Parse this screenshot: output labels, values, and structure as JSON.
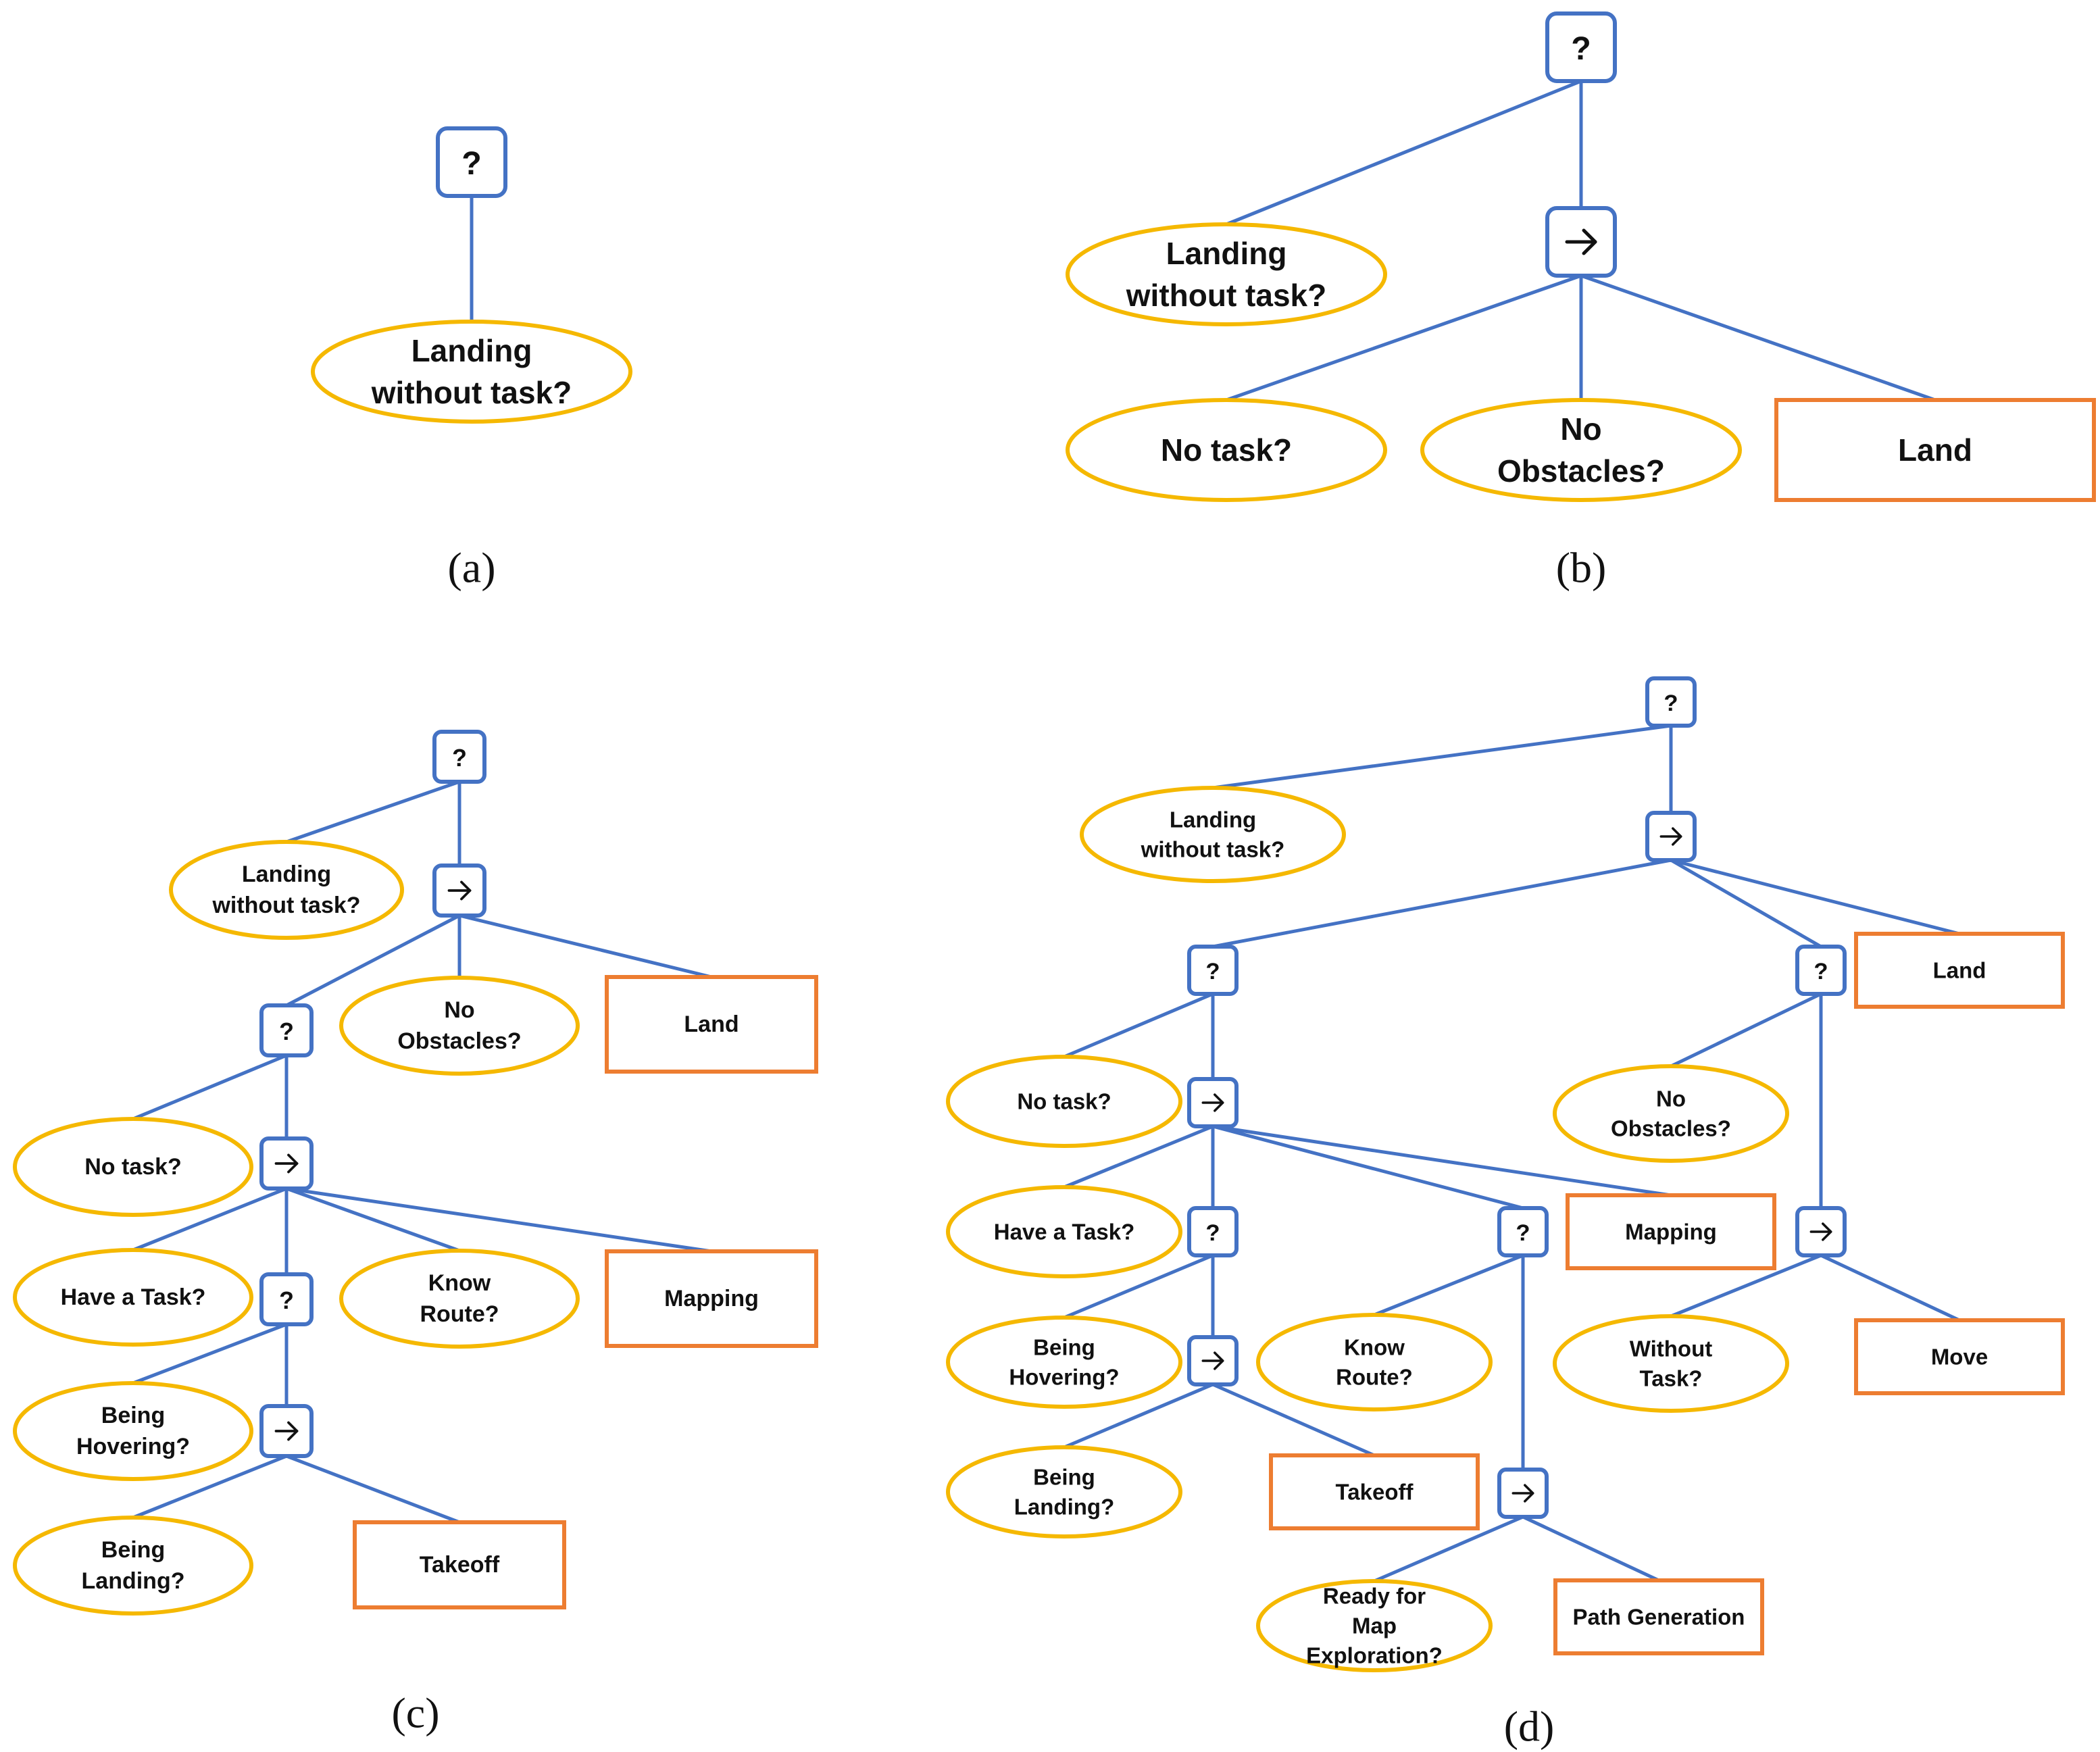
{
  "colors": {
    "edge": "#4472C4",
    "control_border": "#4472C4",
    "condition_border": "#F5B800",
    "action_border": "#ED7D31",
    "text": "#111111"
  },
  "icons": {
    "fallback": "question-mark-icon",
    "sequence": "right-arrow-icon"
  },
  "panels": [
    {
      "id": "a",
      "caption": "(a)",
      "nodes": [
        {
          "id": "a1",
          "type": "fallback",
          "label": "?"
        },
        {
          "id": "a2",
          "type": "condition",
          "label": "Landing\nwithout task?"
        }
      ],
      "edges": [
        [
          "a1",
          "a2"
        ]
      ]
    },
    {
      "id": "b",
      "caption": "(b)",
      "nodes": [
        {
          "id": "b1",
          "type": "fallback",
          "label": "?"
        },
        {
          "id": "b2",
          "type": "condition",
          "label": "Landing\nwithout task?"
        },
        {
          "id": "b3",
          "type": "sequence",
          "label": "→"
        },
        {
          "id": "b4",
          "type": "condition",
          "label": "No task?"
        },
        {
          "id": "b5",
          "type": "condition",
          "label": "No\nObstacles?"
        },
        {
          "id": "b6",
          "type": "action",
          "label": "Land"
        }
      ],
      "edges": [
        [
          "b1",
          "b2"
        ],
        [
          "b1",
          "b3"
        ],
        [
          "b3",
          "b4"
        ],
        [
          "b3",
          "b5"
        ],
        [
          "b3",
          "b6"
        ]
      ]
    },
    {
      "id": "c",
      "caption": "(c)",
      "nodes": [
        {
          "id": "c1",
          "type": "fallback",
          "label": "?"
        },
        {
          "id": "c2",
          "type": "condition",
          "label": "Landing\nwithout task?"
        },
        {
          "id": "c3",
          "type": "sequence",
          "label": "→"
        },
        {
          "id": "c4",
          "type": "fallback",
          "label": "?"
        },
        {
          "id": "c5",
          "type": "condition",
          "label": "No\nObstacles?"
        },
        {
          "id": "c6",
          "type": "action",
          "label": "Land"
        },
        {
          "id": "c7",
          "type": "condition",
          "label": "No task?"
        },
        {
          "id": "c8",
          "type": "sequence",
          "label": "→"
        },
        {
          "id": "c9",
          "type": "condition",
          "label": "Have a Task?"
        },
        {
          "id": "c10",
          "type": "fallback",
          "label": "?"
        },
        {
          "id": "c11",
          "type": "condition",
          "label": "Know\nRoute?"
        },
        {
          "id": "c12",
          "type": "action",
          "label": "Mapping"
        },
        {
          "id": "c13",
          "type": "condition",
          "label": "Being\nHovering?"
        },
        {
          "id": "c14",
          "type": "sequence",
          "label": "→"
        },
        {
          "id": "c15",
          "type": "condition",
          "label": "Being\nLanding?"
        },
        {
          "id": "c16",
          "type": "action",
          "label": "Takeoff"
        }
      ],
      "edges": [
        [
          "c1",
          "c2"
        ],
        [
          "c1",
          "c3"
        ],
        [
          "c3",
          "c4"
        ],
        [
          "c3",
          "c5"
        ],
        [
          "c3",
          "c6"
        ],
        [
          "c4",
          "c7"
        ],
        [
          "c4",
          "c8"
        ],
        [
          "c8",
          "c9"
        ],
        [
          "c8",
          "c10"
        ],
        [
          "c8",
          "c11"
        ],
        [
          "c8",
          "c12"
        ],
        [
          "c10",
          "c13"
        ],
        [
          "c10",
          "c14"
        ],
        [
          "c14",
          "c15"
        ],
        [
          "c14",
          "c16"
        ]
      ]
    },
    {
      "id": "d",
      "caption": "(d)",
      "nodes": [
        {
          "id": "d1",
          "type": "fallback",
          "label": "?"
        },
        {
          "id": "d2",
          "type": "condition",
          "label": "Landing\nwithout task?"
        },
        {
          "id": "d3",
          "type": "sequence",
          "label": "→"
        },
        {
          "id": "d4",
          "type": "fallback",
          "label": "?"
        },
        {
          "id": "d5",
          "type": "fallback",
          "label": "?"
        },
        {
          "id": "d6",
          "type": "action",
          "label": "Land"
        },
        {
          "id": "d7",
          "type": "condition",
          "label": "No task?"
        },
        {
          "id": "d8",
          "type": "sequence",
          "label": "→"
        },
        {
          "id": "d9",
          "type": "condition",
          "label": "No\nObstacles?"
        },
        {
          "id": "d10",
          "type": "condition",
          "label": "Have a Task?"
        },
        {
          "id": "d11",
          "type": "fallback",
          "label": "?"
        },
        {
          "id": "d12",
          "type": "fallback",
          "label": "?"
        },
        {
          "id": "d13",
          "type": "action",
          "label": "Mapping"
        },
        {
          "id": "d14",
          "type": "sequence",
          "label": "→"
        },
        {
          "id": "d15",
          "type": "condition",
          "label": "Being\nHovering?"
        },
        {
          "id": "d16",
          "type": "sequence",
          "label": "→"
        },
        {
          "id": "d17",
          "type": "condition",
          "label": "Know\nRoute?"
        },
        {
          "id": "d18",
          "type": "condition",
          "label": "Without\nTask?"
        },
        {
          "id": "d19",
          "type": "action",
          "label": "Move"
        },
        {
          "id": "d20",
          "type": "condition",
          "label": "Being\nLanding?"
        },
        {
          "id": "d21",
          "type": "action",
          "label": "Takeoff"
        },
        {
          "id": "d22",
          "type": "sequence",
          "label": "→"
        },
        {
          "id": "d23",
          "type": "condition",
          "label": "Ready for\nMap\nExploration?"
        },
        {
          "id": "d24",
          "type": "action",
          "label": "Path Generation"
        }
      ],
      "edges": [
        [
          "d1",
          "d2"
        ],
        [
          "d1",
          "d3"
        ],
        [
          "d3",
          "d4"
        ],
        [
          "d3",
          "d5"
        ],
        [
          "d3",
          "d6"
        ],
        [
          "d4",
          "d7"
        ],
        [
          "d4",
          "d8"
        ],
        [
          "d5",
          "d9"
        ],
        [
          "d5",
          "d14"
        ],
        [
          "d8",
          "d10"
        ],
        [
          "d8",
          "d11"
        ],
        [
          "d8",
          "d12"
        ],
        [
          "d8",
          "d13"
        ],
        [
          "d11",
          "d15"
        ],
        [
          "d11",
          "d16"
        ],
        [
          "d12",
          "d17"
        ],
        [
          "d12",
          "d22"
        ],
        [
          "d14",
          "d18"
        ],
        [
          "d14",
          "d19"
        ],
        [
          "d16",
          "d20"
        ],
        [
          "d16",
          "d21"
        ],
        [
          "d22",
          "d23"
        ],
        [
          "d22",
          "d24"
        ]
      ]
    }
  ]
}
